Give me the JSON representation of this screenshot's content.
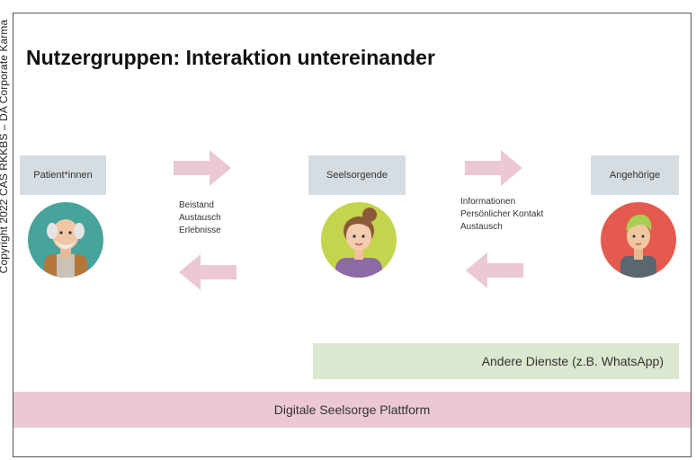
{
  "copyright": "Copyright 2022 CAS RKKBS – DA Corporate Karma",
  "title": "Nutzergruppen: Interaktion untereinander",
  "groups": [
    {
      "label": "Patient*innen"
    },
    {
      "label": "Seelsorgende"
    },
    {
      "label": "Angehörige"
    }
  ],
  "interactions": {
    "left": [
      "Beistand",
      "Austausch",
      "Erlebnisse"
    ],
    "right": [
      "Informationen",
      "Persönlicher Kontakt",
      "Austausch"
    ]
  },
  "bars": {
    "other_services": "Andere Dienste (z.B. WhatsApp)",
    "platform": "Digitale Seelsorge Plattform"
  },
  "colors": {
    "label_bg": "#d5dde2",
    "arrow": "#ebc8d3",
    "other_bar": "#dbe8cf",
    "platform_bar": "#ebc8d3"
  }
}
